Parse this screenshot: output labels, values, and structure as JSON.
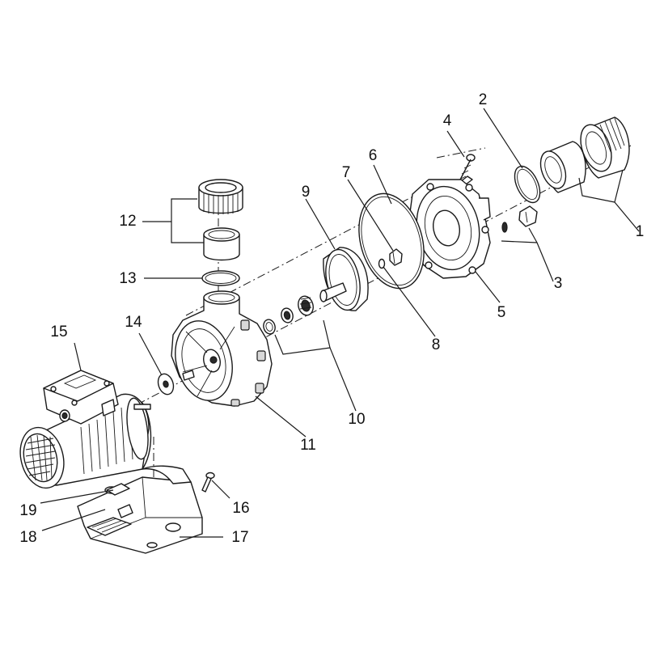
{
  "diagram": {
    "parts": [
      {
        "id": "p1",
        "label": "1"
      },
      {
        "id": "p2",
        "label": "2"
      },
      {
        "id": "p3",
        "label": "3"
      },
      {
        "id": "p4",
        "label": "4"
      },
      {
        "id": "p5",
        "label": "5"
      },
      {
        "id": "p6",
        "label": "6"
      },
      {
        "id": "p7",
        "label": "7"
      },
      {
        "id": "p8",
        "label": "8"
      },
      {
        "id": "p9",
        "label": "9"
      },
      {
        "id": "p10",
        "label": "10"
      },
      {
        "id": "p11",
        "label": "11"
      },
      {
        "id": "p12",
        "label": "12"
      },
      {
        "id": "p13",
        "label": "13"
      },
      {
        "id": "p14",
        "label": "14"
      },
      {
        "id": "p15",
        "label": "15"
      },
      {
        "id": "p16",
        "label": "16"
      },
      {
        "id": "p17",
        "label": "17"
      },
      {
        "id": "p18",
        "label": "18"
      },
      {
        "id": "p19",
        "label": "19"
      }
    ]
  }
}
